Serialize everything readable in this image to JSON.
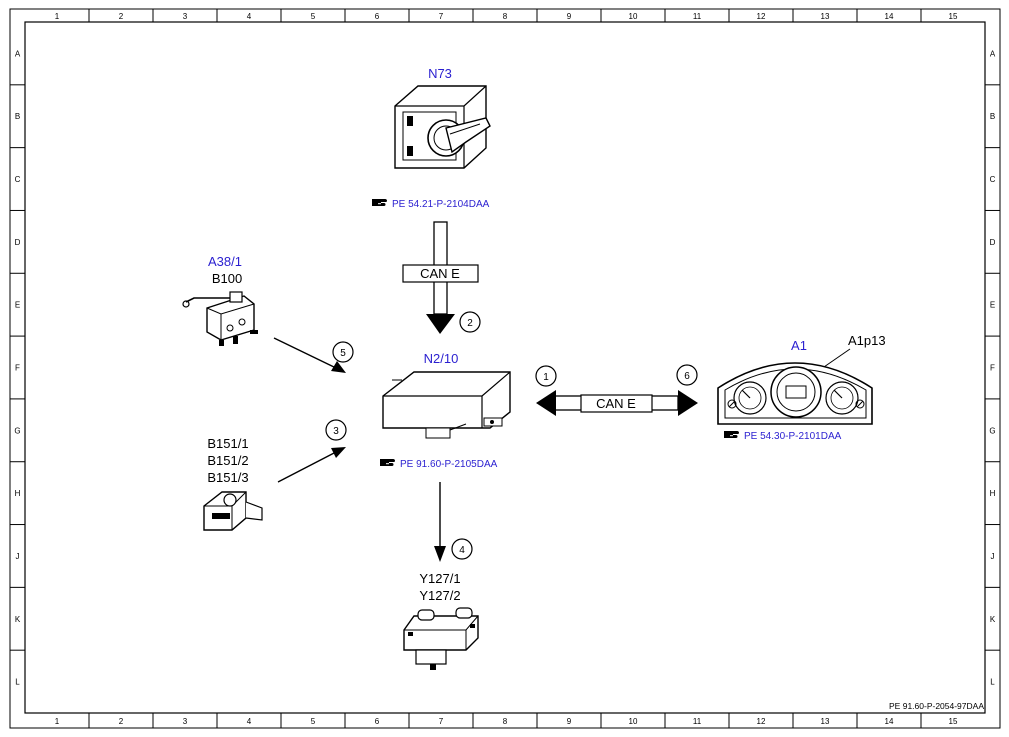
{
  "grid": {
    "columns": [
      "1",
      "2",
      "3",
      "4",
      "5",
      "6",
      "7",
      "8",
      "9",
      "10",
      "11",
      "12",
      "13",
      "14",
      "15"
    ],
    "rows": [
      "A",
      "B",
      "C",
      "D",
      "E",
      "F",
      "G",
      "H",
      "J",
      "K",
      "L"
    ]
  },
  "drawing_ref": "PE 91.60-P-2054-97DAA",
  "components": {
    "n73": {
      "label": "N73",
      "ref": "PE 54.21-P-2104DAA"
    },
    "n2_10": {
      "label": "N2/10",
      "ref": "PE 91.60-P-2105DAA"
    },
    "a1": {
      "label": "A1",
      "sub": "A1p13",
      "ref": "PE 54.30-P-2101DAA"
    },
    "a38_1": {
      "label": "A38/1",
      "sub": "B100"
    },
    "b151": {
      "lines": [
        "B151/1",
        "B151/2",
        "B151/3"
      ]
    },
    "y127": {
      "lines": [
        "Y127/1",
        "Y127/2"
      ]
    }
  },
  "buses": {
    "vertical": "CAN E",
    "horizontal": "CAN E"
  },
  "markers": [
    "1",
    "2",
    "3",
    "4",
    "5",
    "6"
  ],
  "colors": {
    "blue_label": "#2a1fd0",
    "line": "#000000"
  }
}
